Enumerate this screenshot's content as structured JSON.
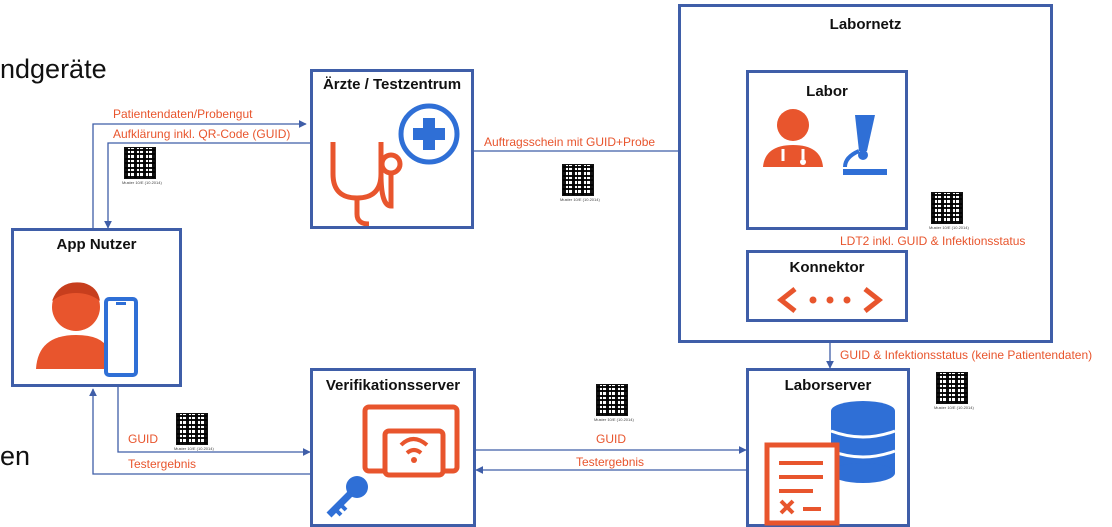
{
  "cutoff_text": {
    "top": "ndgeräte",
    "bottom": "en"
  },
  "nodes": {
    "app_nutzer": "App Nutzer",
    "aerzte": "Ärzte / Testzentrum",
    "labornetz": "Labornetz",
    "labor": "Labor",
    "konnektor": "Konnektor",
    "verifikationsserver": "Verifikationsserver",
    "laborserver": "Laborserver"
  },
  "edge_labels": {
    "patientendaten": "Patientendaten/Probengut",
    "aufklaerung": "Aufklärung inkl. QR-Code (GUID)",
    "auftragsschein": "Auftragsschein mit GUID+Probe",
    "ldt2": "LDT2 inkl. GUID & Infektionsstatus",
    "guid_infektion": "GUID & Infektionsstatus (keine Patientendaten)",
    "guid_left": "GUID",
    "testergebnis_left": "Testergebnis",
    "guid_mid": "GUID",
    "testergebnis_mid": "Testergebnis"
  },
  "qr_caption": "Muster 10/E (10.2014)",
  "colors": {
    "box_border": "#3f5ea8",
    "icon_red": "#e8552d",
    "icon_blue": "#2f6fd6",
    "text_orange": "#e8552d"
  }
}
